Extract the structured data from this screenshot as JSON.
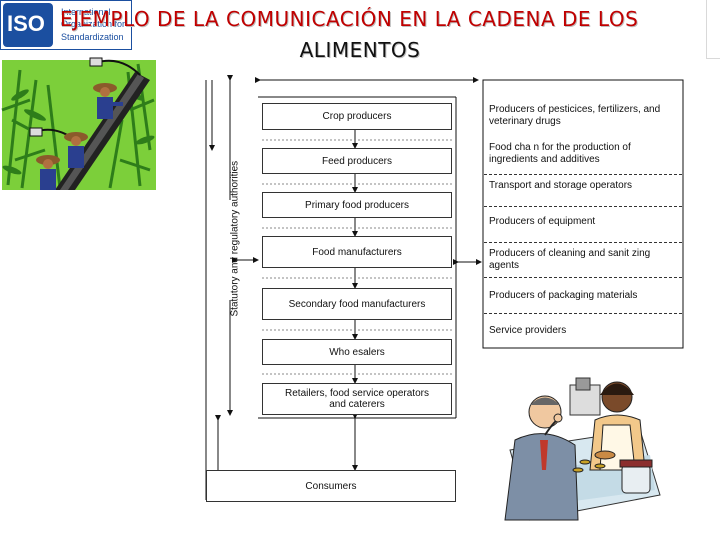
{
  "header": {
    "iso_badge": "ISO",
    "iso_lines": [
      "International",
      "Organization for",
      "Standardization"
    ],
    "title_line1": "EJEMPLO DE LA COMUNICACIÓN EN LA CADENA DE LOS",
    "title_line2": "ALIMENTOS"
  },
  "diagram": {
    "side_label": "Statutory and regulatory authorities",
    "chain": [
      "Crop producers",
      "Feed producers",
      "Primary food producers",
      "Food manufacturers",
      "Secondary food manufacturers",
      "Who esalers",
      "Retailers, food service operators and caterers",
      "Consumers"
    ],
    "partners": [
      "Producers of pesticices, fertilizers, and veterinary drugs",
      "Food cha n for the production of ingredients and additives",
      "Transport and storage operators",
      "Producers of equipment",
      "Producers of cleaning and sanit zing agents",
      "Producers of packaging materials",
      "Service providers"
    ]
  },
  "images": {
    "farm": "farmers-in-field",
    "shop": "customer-at-shop-counter"
  }
}
